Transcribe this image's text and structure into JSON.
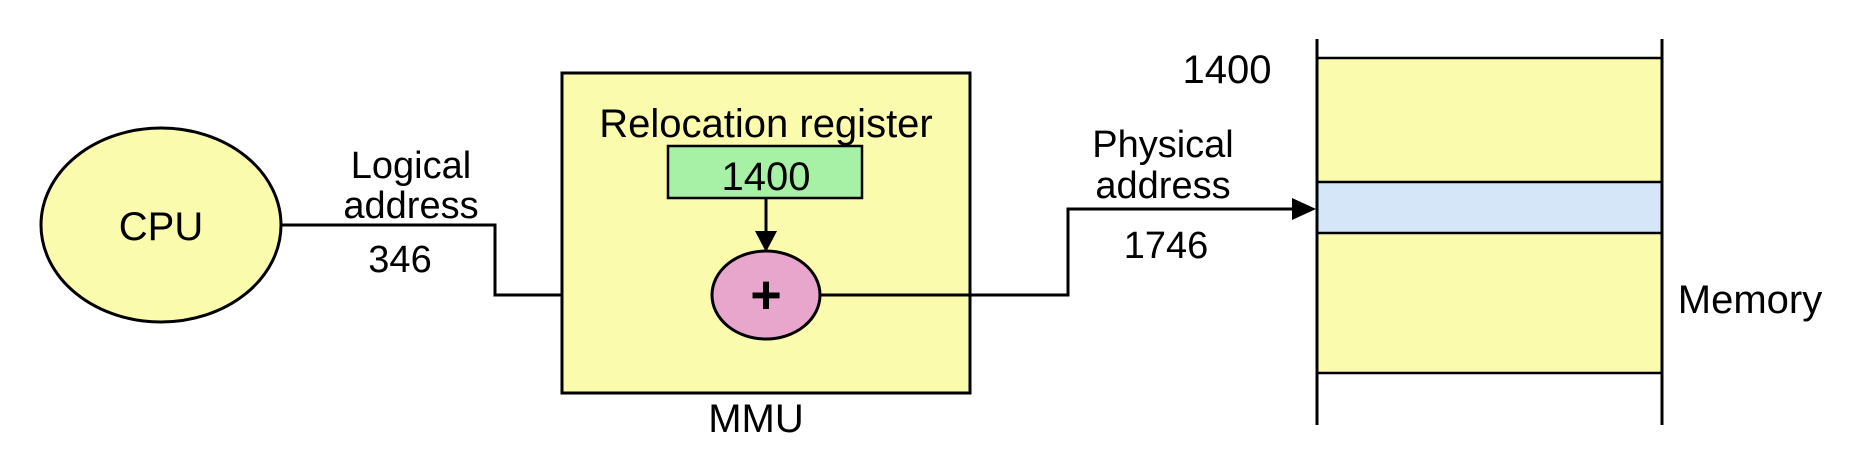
{
  "figure": {
    "description": "Dynamic relocation using a relocation register (MMU address translation diagram)"
  },
  "colors": {
    "yellow": "#FBFBAE",
    "green": "#A6F1A6",
    "pink": "#E8A6CC",
    "blue": "#D4E6F8",
    "line": "#000000",
    "background": "#FFFFFF"
  },
  "cpu": {
    "label": "CPU"
  },
  "logical_address": {
    "label_line1": "Logical",
    "label_line2": "address",
    "value": "346"
  },
  "mmu": {
    "box_label": "MMU",
    "register_label": "Relocation register",
    "register_value": "1400",
    "adder_symbol": "+"
  },
  "physical_address": {
    "label_line1": "Physical",
    "label_line2": "address",
    "value": "1746"
  },
  "memory": {
    "label": "Memory",
    "segment_base": "1400"
  }
}
